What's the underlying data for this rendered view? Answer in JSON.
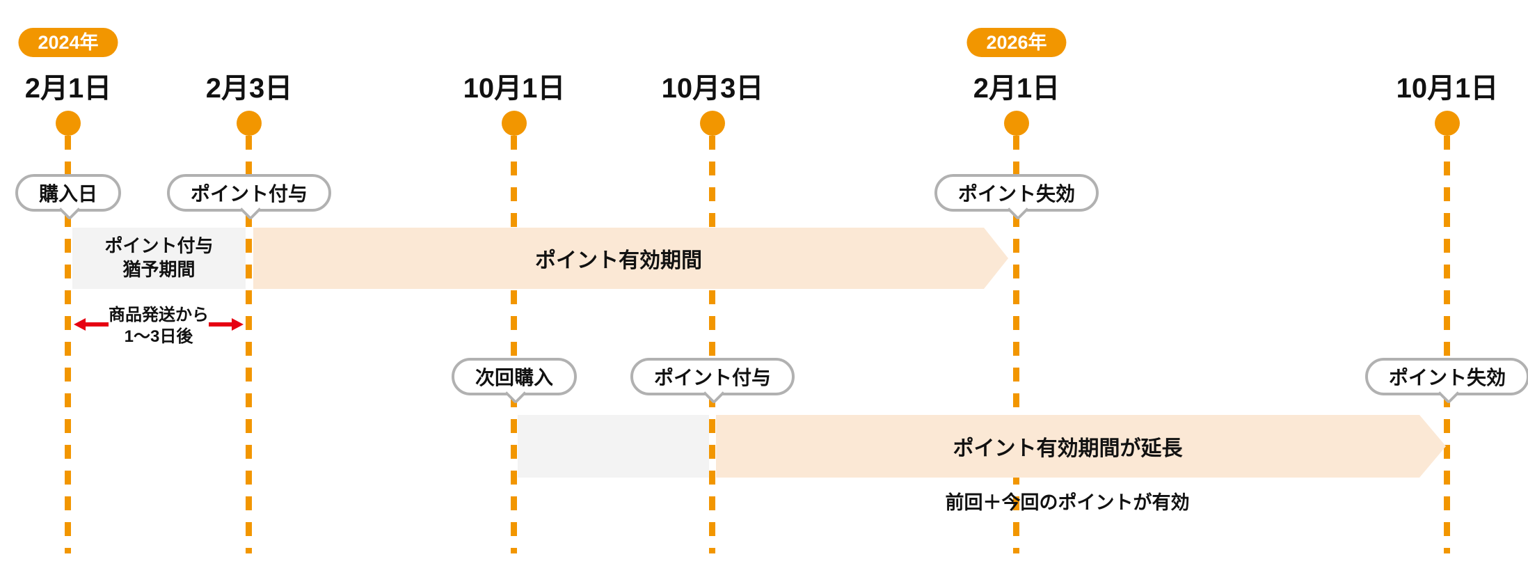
{
  "colors": {
    "accent_orange": "#F29600",
    "band_peach": "#FBE8D5",
    "box_gray": "#F3F3F3",
    "bubble_border": "#B1B1B1",
    "arrow_red": "#E60012",
    "text": "#111111"
  },
  "markers": [
    {
      "year": "2024年",
      "date": "2月1日"
    },
    {
      "date": "2月3日"
    },
    {
      "date": "10月1日"
    },
    {
      "date": "10月3日"
    },
    {
      "year": "2026年",
      "date": "2月1日"
    },
    {
      "date": "10月1日"
    }
  ],
  "row1": {
    "purchase_bubble": "購入日",
    "grant_bubble": "ポイント付与",
    "expire_bubble": "ポイント失効",
    "grace_box_line1": "ポイント付与",
    "grace_box_line2": "猶予期間",
    "valid_band": "ポイント有効期間",
    "shipping_line1": "商品発送から",
    "shipping_line2": "1〜3日後"
  },
  "row2": {
    "next_purchase_bubble": "次回購入",
    "grant_bubble": "ポイント付与",
    "expire_bubble": "ポイント失効",
    "extended_band": "ポイント有効期間が延長",
    "note": "前回＋今回のポイントが有効"
  }
}
